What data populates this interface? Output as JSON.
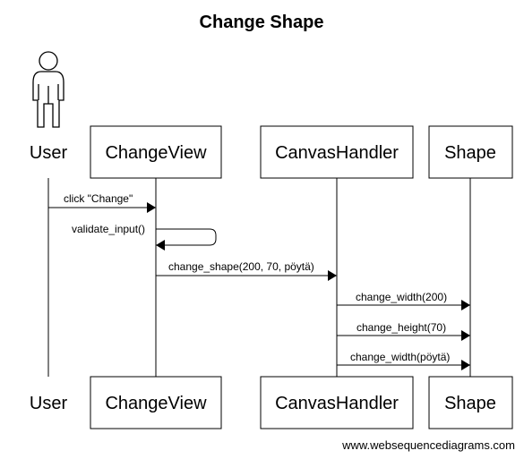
{
  "title": "Change Shape",
  "participants": [
    {
      "id": "user",
      "label": "User"
    },
    {
      "id": "changeview",
      "label": "ChangeView"
    },
    {
      "id": "canvashandler",
      "label": "CanvasHandler"
    },
    {
      "id": "shape",
      "label": "Shape"
    }
  ],
  "messages": [
    {
      "label": "click \"Change\""
    },
    {
      "label": "validate_input()"
    },
    {
      "label": "change_shape(200, 70, pöytä)"
    },
    {
      "label": "change_width(200)"
    },
    {
      "label": "change_height(70)"
    },
    {
      "label": "change_width(pöytä)"
    }
  ],
  "watermark": "www.websequencediagrams.com"
}
